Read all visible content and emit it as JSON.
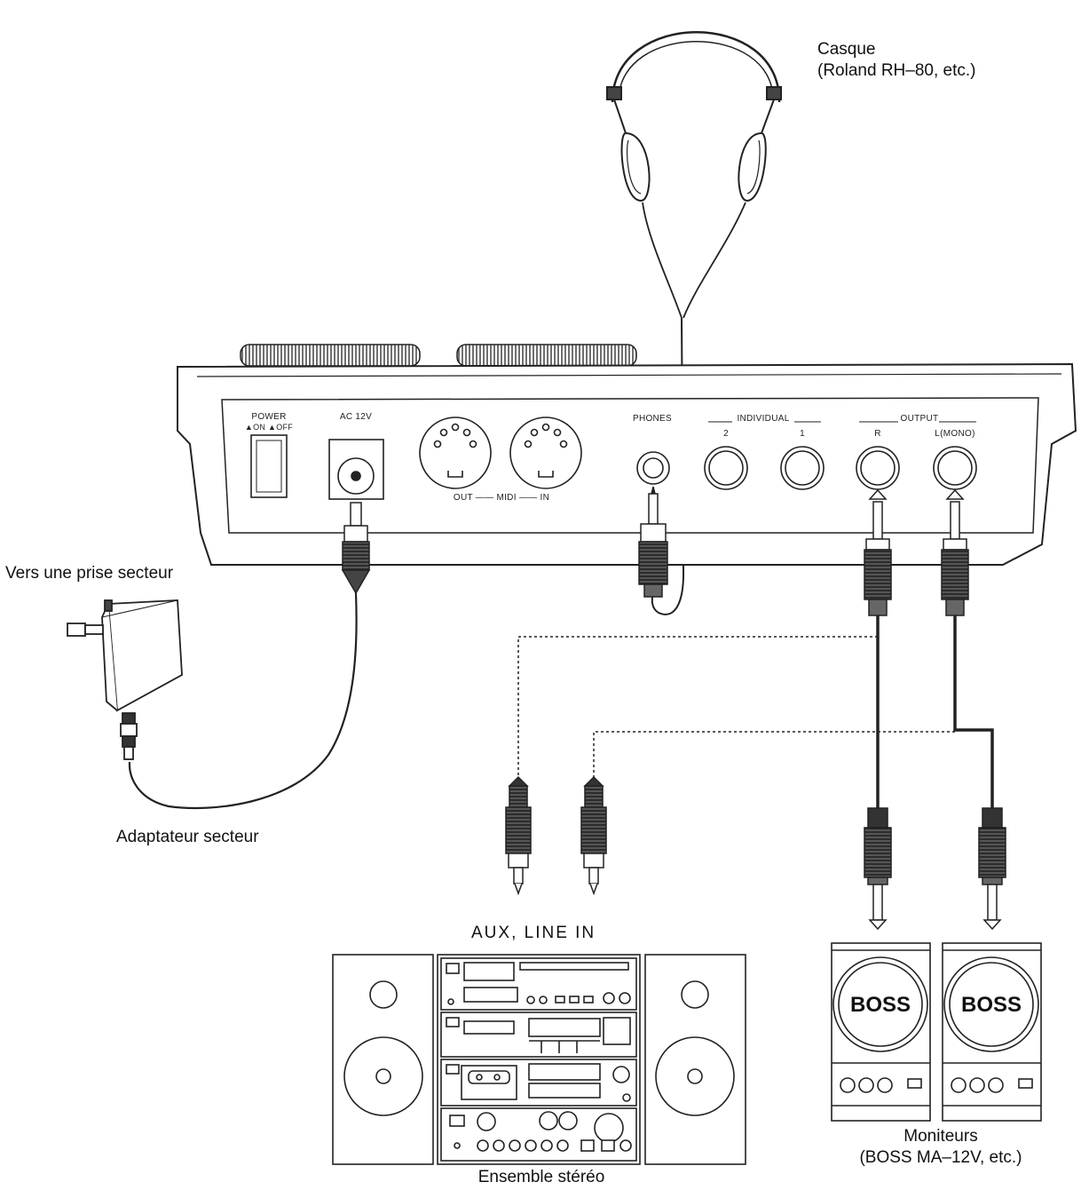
{
  "labels": {
    "headphones_line1": "Casque",
    "headphones_line2": "(Roland RH–80, etc.)",
    "outlet": "Vers une prise secteur",
    "adapter": "Adaptateur secteur",
    "aux_in": "AUX, LINE IN",
    "stereo": "Ensemble stéréo",
    "monitors_line1": "Moniteurs",
    "monitors_line2": "(BOSS MA–12V, etc.)"
  },
  "panel": {
    "power": "POWER",
    "power_states": "▲ON ▲OFF",
    "ac": "AC 12V",
    "midi": "OUT —— MIDI —— IN",
    "phones": "PHONES",
    "individual": "INDIVIDUAL",
    "ind_2": "2",
    "ind_1": "1",
    "output": "OUTPUT",
    "out_r": "R",
    "out_l": "L(MONO)"
  },
  "speaker_brand": "BOSS"
}
